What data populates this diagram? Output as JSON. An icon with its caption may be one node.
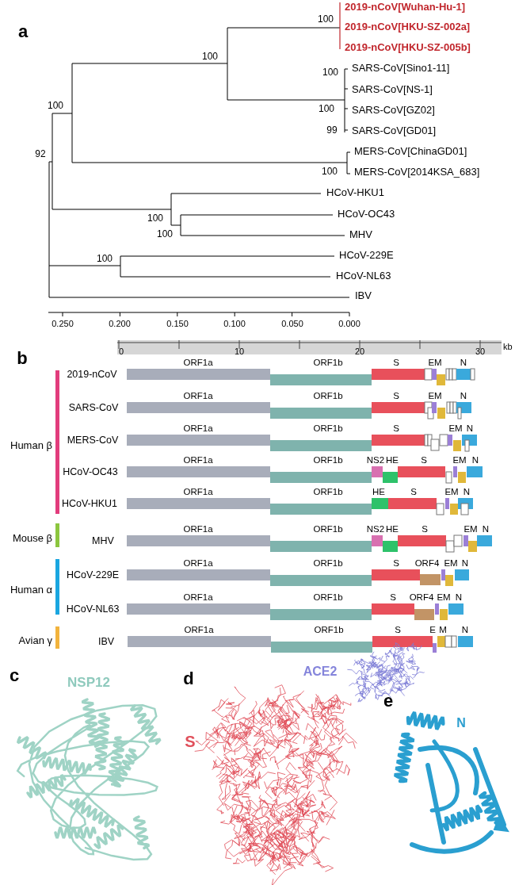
{
  "diagram": {
    "labels": [
      "a",
      "2019-nCoV[Wuhan-Hu-1]",
      "2019-nCoV[HKU-SZ-002a]",
      "2019-nCoV[HKU-SZ-005b]",
      "100",
      "100",
      "100",
      "SARS-CoV[Sino1-11]",
      "SARS-CoV[NS-1]",
      "100",
      "SARS-CoV[GZ02]",
      "100",
      "99",
      "SARS-CoV[GD01]",
      "92",
      "MERS-CoV[ChinaGD01]",
      "100",
      "MERS-CoV[2014KSA_683]",
      "HCoV-HKU1",
      "100",
      "HCoV-OC43",
      "100",
      "MHV",
      "100",
      "HCoV-229E",
      "HCoV-NL63",
      "IBV",
      "0.250",
      "0.200",
      "0.150",
      "0.100",
      "0.050",
      "0.000",
      "0",
      "10",
      "20",
      "30",
      "kb",
      "b",
      "Human β",
      "2019-nCoV",
      "ORF1a",
      "ORF1b",
      "S",
      "EM",
      "N",
      "SARS-CoV",
      "ORF1a",
      "ORF1b",
      "S",
      "EM",
      "N",
      "MERS-CoV",
      "ORF1a",
      "ORF1b",
      "S",
      "EM",
      "N",
      "HCoV-OC43",
      "ORF1a",
      "ORF1b",
      "NS2",
      "HE",
      "S",
      "EM",
      "N",
      "HCoV-HKU1",
      "ORF1a",
      "ORF1b",
      "HE",
      "S",
      "EM",
      "N",
      "Mouse β",
      "MHV",
      "ORF1a",
      "ORF1b",
      "NS2",
      "HE",
      "S",
      "EM",
      "N",
      "Human α",
      "HCoV-229E",
      "ORF1a",
      "ORF1b",
      "S",
      "ORF4",
      "EM",
      "N",
      "HCoV-NL63",
      "ORF1a",
      "ORF1b",
      "S",
      "ORF4",
      "EM",
      "N",
      "Avian γ",
      "IBV",
      "ORF1a",
      "ORF1b",
      "S",
      "E",
      "M",
      "N",
      "c",
      "NSP12",
      "d",
      "ACE2",
      "S",
      "e",
      "N"
    ]
  }
}
